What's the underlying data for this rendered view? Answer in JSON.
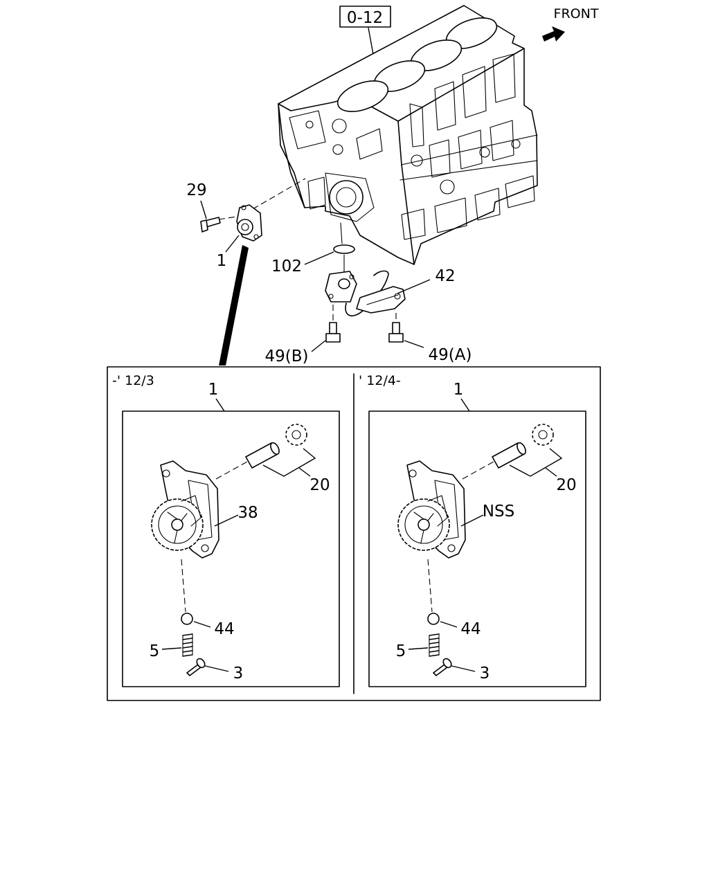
{
  "reference_box": "0-12",
  "front_label": "FRONT",
  "callouts": {
    "bolt_29": "29",
    "pump_1": "1",
    "oring_102": "102",
    "pipe_42": "42",
    "bolt_49b": "49(B)",
    "bolt_49a": "49(A)"
  },
  "panels": [
    {
      "period": "-' 12/3",
      "assembly": "1",
      "shaft_gear": "20",
      "pump_body": "38",
      "ball": "44",
      "spring": "5",
      "plug": "3"
    },
    {
      "period": "' 12/4-",
      "assembly": "1",
      "shaft_gear": "20",
      "pump_body": "NSS",
      "ball": "44",
      "spring": "5",
      "plug": "3"
    }
  ],
  "icons": {
    "front": "front-arrow-icon"
  }
}
